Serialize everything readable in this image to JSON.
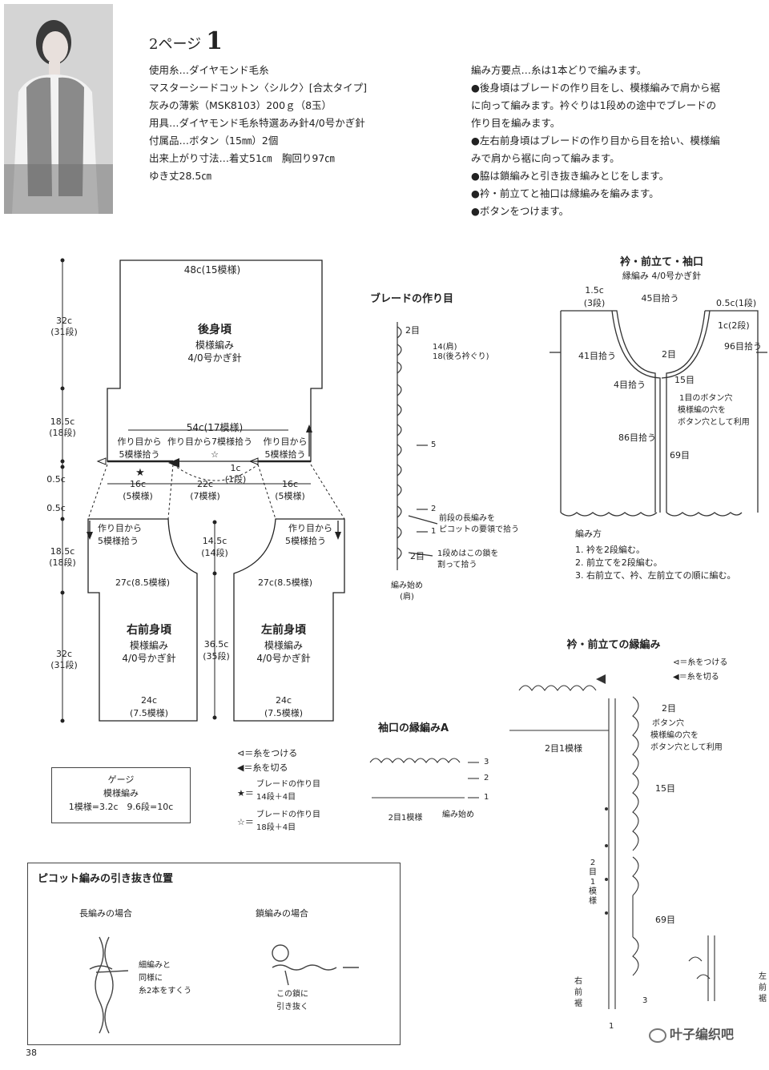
{
  "header": {
    "page_label": "2ページ",
    "pattern_number": "1"
  },
  "specs": [
    "使用糸…ダイヤモンド毛糸",
    "マスターシードコットン〈シルク〉[合太タイプ]",
    "灰みの薄紫（MSK8103）200ｇ（8玉）",
    "用具…ダイヤモンド毛糸特選あみ針4/0号かぎ針",
    "付属品…ボタン（15㎜）2個",
    "出来上がり寸法…着丈51㎝　胸回り97㎝",
    "ゆき丈28.5㎝"
  ],
  "notes": [
    "編み方要点…糸は1本どりで編みます。",
    "●後身頃はブレードの作り目をし、模様編みで肩から裾",
    "に向って編みます。衿ぐりは1段めの途中でブレードの",
    "作り目を編みます。",
    "●左右前身頃はブレードの作り目から目を拾い、模様編",
    "みで肩から裾に向って編みます。",
    "●脇は鎖編みと引き抜き編みとじをします。",
    "●衿・前立てと袖口は縁編みを編みます。",
    "●ボタンをつけます。"
  ],
  "schematic": {
    "back_title": "後身頃",
    "back_stitch": "模様編み",
    "back_hook": "4/0号かぎ針",
    "back_top": "48c(15模様)",
    "back_bottom": "54c(17模様)",
    "pick_left": [
      "作り目から",
      "5模様拾う"
    ],
    "pick_mid": [
      "作り目から7模様拾う",
      "☆"
    ],
    "pick_right": [
      "作り目から",
      "5模様拾う"
    ],
    "shoulder_1c": "1c",
    "shoulder_1c_rows": "(1段)",
    "left_32c": "32c",
    "left_31": "(31段)",
    "left_185a": "18.5c",
    "left_18a": "(18段)",
    "left_05a": "0.5c",
    "left_05b": "0.5c",
    "left_185b": "18.5c",
    "left_18b": "(18段)",
    "left_32c_b": "32c",
    "left_31_b": "(31段)",
    "w16_left": "16c",
    "w16_left_s": "(5模様)",
    "w22": "22c",
    "w22_s": "(7模様)",
    "w16_right": "16c",
    "w16_right_s": "(5模様)",
    "front_pick_l": [
      "作り目から",
      "5模様拾う"
    ],
    "front_pick_r": [
      "作り目から",
      "5模様拾う"
    ],
    "neck_145": "14.5c",
    "neck_14": "(14段)",
    "front_365": "36.5c",
    "front_35": "(35段)",
    "w27_left": "27c(8.5模様)",
    "w27_right": "27c(8.5模様)",
    "rf_title": "右前身頃",
    "rf_stitch": "模様編み",
    "rf_hook": "4/0号かぎ針",
    "lf_title": "左前身頃",
    "lf_stitch": "模様編み",
    "lf_hook": "4/0号かぎ針",
    "w24_left": "24c",
    "w24_left_s": "(7.5模様)",
    "w24_right": "24c",
    "w24_right_s": "(7.5模様)"
  },
  "legend": {
    "attach": "⊲＝糸をつける",
    "cut": "◀＝糸を切る",
    "star_label": "★＝",
    "star_a": "ブレードの作り目",
    "star_b": "14段＋4目",
    "wstar_label": "☆＝",
    "wstar_a": "ブレードの作り目",
    "wstar_b": "18段＋4目"
  },
  "gauge": {
    "title": "ゲージ",
    "stitch": "模様編み",
    "values": "1模様=3.2c　9.6段=10c"
  },
  "braid": {
    "title": "ブレードの作り目",
    "top_2me": "2目",
    "n14": "14(肩)",
    "n18": "18(後ろ衿ぐり)",
    "n5": "5",
    "n2": "2",
    "n1": "1",
    "note_a1": "前段の長編みを",
    "note_a2": "ピコットの要領で拾う",
    "bot_2me": "2目",
    "note_b1": "1段めはこの鎖を",
    "note_b2": "割って拾う",
    "start1": "編み始め",
    "start2": "(肩)"
  },
  "collar": {
    "title": "衿・前立て・袖口",
    "subtitle": "縁編み 4/0号かぎ針",
    "l15": "1.5c",
    "l3": "(3段)",
    "p45": "45目拾う",
    "r05": "0.5c(1段)",
    "r1c": "1c(2段)",
    "p96": "96目拾う",
    "p41": "41目拾う",
    "p2": "2目",
    "p15": "15目",
    "p4": "4目拾う",
    "btn1": "1目のボタン穴",
    "btn2": "模様編の穴を",
    "btn3": "ボタン穴として利用",
    "p86": "86目拾う",
    "p69": "69目",
    "method_title": "編み方",
    "method1": "1. 衿を2段編む。",
    "method2": "2. 前立てを2段編む。",
    "method3": "3. 右前立て、衿、左前立ての順に編む。"
  },
  "edge": {
    "title": "衿・前立ての縁編み",
    "attach": "⊲＝糸をつける",
    "cut": "◀＝糸を切る",
    "n2me": "2目",
    "btn1": "ボタン穴",
    "btn2": "模様編の穴を",
    "btn3": "ボタン穴として利用",
    "m1": "2目1模様",
    "n15": "15目",
    "vert1": "2",
    "vert2": "目",
    "vert3": "1",
    "vert4": "模",
    "vert5": "様",
    "n69": "69目",
    "rf1": "右",
    "rf2": "前",
    "rf3": "裾",
    "lf1": "左",
    "lf2": "前",
    "lf3": "裾",
    "r3": "3",
    "r1": "1"
  },
  "sleeve": {
    "title": "袖口の縁編みA",
    "r3": "3",
    "r2": "2",
    "r1": "1",
    "m1": "2目1模様",
    "start": "編み始め"
  },
  "picot": {
    "title": "ピコット編みの引き抜き位置",
    "case1": "長編みの場合",
    "case2": "鎖編みの場合",
    "note1a": "細編みと",
    "note1b": "同様に",
    "note1c": "糸2本をすくう",
    "note2a": "この鎖に",
    "note2b": "引き抜く"
  },
  "footer": {
    "page": "38",
    "watermark": "叶子编织吧"
  }
}
